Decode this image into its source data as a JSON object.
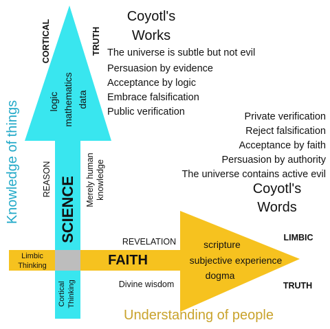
{
  "colors": {
    "science_arrow": "#39e6ef",
    "faith_arrow": "#f6c21f",
    "intersection": "#bdbdbd",
    "knowledge_label": "#22a9c8",
    "understanding_label": "#c9a32c"
  },
  "works": {
    "title_line1": "Coyotl's",
    "title_line2": "Works",
    "items": [
      "The universe is subtle but not evil",
      "Persuasion by evidence",
      "Acceptance by logic",
      "Embrace falsification",
      "Public verification"
    ]
  },
  "words": {
    "title_line1": "Coyotl's",
    "title_line2": "Words",
    "items": [
      "Private verification",
      "Reject falsification",
      "Acceptance by faith",
      "Persuasion by authority",
      "The universe contains active evil"
    ]
  },
  "science_arrow": {
    "label": "SCIENCE",
    "contents": [
      "logic",
      "mathematics",
      "data"
    ],
    "left_label": "REASON",
    "right_label_line1": "Merely human",
    "right_label_line2": "knowledge",
    "tip_left": "CORTICAL",
    "tip_right": "TRUTH",
    "base_label_line1": "Cortical",
    "base_label_line2": "Thinking"
  },
  "faith_arrow": {
    "label": "FAITH",
    "contents": [
      "scripture",
      "subjective experience",
      "dogma"
    ],
    "above_label": "REVELATION",
    "below_label": "Divine wisdom",
    "tip_above": "LIMBIC",
    "tip_below": "TRUTH",
    "base_label_line1": "Limbic",
    "base_label_line2": "Thinking"
  },
  "axes": {
    "vertical_label": "Knowledge of things",
    "horizontal_label": "Understanding of people"
  }
}
